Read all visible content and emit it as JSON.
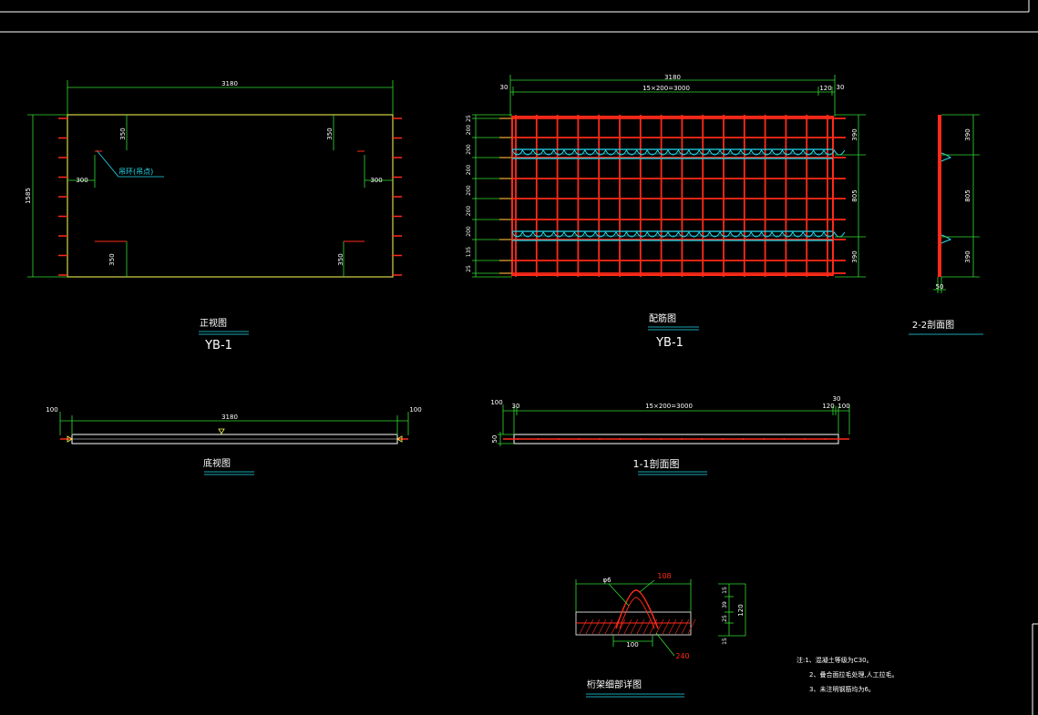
{
  "colors": {
    "background": "#000000",
    "dimension": "#33dd33",
    "outline": "#ffff55",
    "rebar": "#ff2a1a",
    "truss": "#22ddee",
    "title_underline": "#22ddee",
    "text": "#ffffff",
    "frame": "#ffffff"
  },
  "front_view": {
    "dim_length": "3180",
    "dim_height": "1585",
    "dim_350_tl": "350",
    "dim_350_tr": "350",
    "dim_300_l": "300",
    "dim_300_r": "300",
    "dim_350_bl": "350",
    "dim_350_br": "350",
    "lifting_label": "吊环(吊点)",
    "title": "正视图",
    "code": "YB-1"
  },
  "rebar_view": {
    "dim_total": "3180",
    "dim_left_edge": "30",
    "dim_right_edge": "30",
    "dim_spacing": "15×200=3000",
    "dim_last": "120",
    "left_dims": [
      "25",
      "200",
      "200",
      "200",
      "200",
      "200",
      "200",
      "135",
      "25"
    ],
    "right_dim_top": "390",
    "right_dim_mid": "805",
    "right_dim_bottom": "390",
    "title": "配筋图",
    "code": "YB-1"
  },
  "section_22": {
    "dim_top": "390",
    "dim_mid": "805",
    "dim_bottom": "390",
    "dim_thickness": "50",
    "title": "2-2剖面图"
  },
  "bottom_view": {
    "dim_left": "100",
    "dim_length": "3180",
    "dim_right": "100",
    "title": "底视图"
  },
  "section_11": {
    "dim_100": "100",
    "dim_30": "30",
    "dim_spacing": "15×200=3000",
    "dim_120": "120",
    "dim_30b": "30",
    "dim_100b": "100",
    "dim_thickness": "50",
    "title": "1-1剖面图"
  },
  "truss_detail": {
    "label_phi": "φ6",
    "label_top": "108",
    "label_bottom": "240",
    "label_width": "100",
    "dim_15a": "15",
    "dim_39": "39",
    "dim_25": "25",
    "dim_15b": "15",
    "dim_total": "120",
    "title": "桁架细部详图"
  },
  "notes": {
    "line1": "注:1、混凝土等级为C30。",
    "line2": "2、叠合面拉毛处理,人工拉毛。",
    "line3": "3、未注明钢筋均为6。"
  }
}
